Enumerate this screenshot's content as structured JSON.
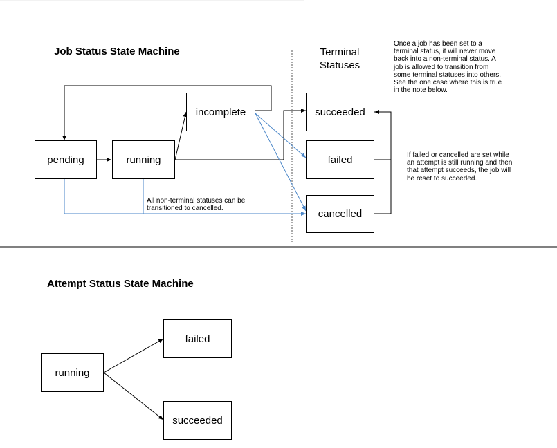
{
  "job_machine": {
    "title": "Job Status State Machine",
    "terminal_heading": "Terminal\nStatuses",
    "states": {
      "pending": "pending",
      "running": "running",
      "incomplete": "incomplete",
      "succeeded": "succeeded",
      "failed": "failed",
      "cancelled": "cancelled"
    },
    "notes": {
      "terminal": "Once a job has been set to a\nterminal status, it will never move\nback into a non-terminal status. A\njob is allowed to transition from\nsome terminal statuses into others.\nSee the one case where this is true\nin the note below.",
      "reset": "If failed or cancelled are set while\nan attempt is still running and then\nthat attempt succeeds, the job will\nbe reset to succeeded.",
      "cancel": "All non-terminal statuses can be\ntransitioned to cancelled."
    },
    "colors": {
      "line": "#000000",
      "cancel_line": "#4a86c8",
      "divider": "#555555"
    }
  },
  "attempt_machine": {
    "title": "Attempt Status State Machine",
    "states": {
      "running": "running",
      "failed": "failed",
      "succeeded": "succeeded"
    }
  }
}
